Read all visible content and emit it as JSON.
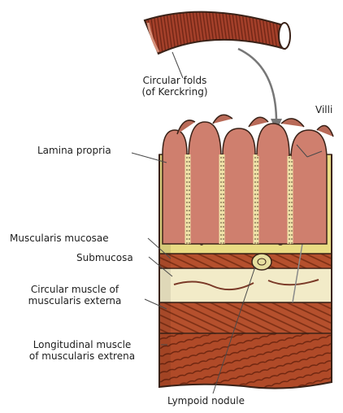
{
  "figure": {
    "labels": {
      "circular_folds": [
        "Circular folds",
        "(of Kerckring)"
      ],
      "villi": "Villi",
      "lamina_propria": "Lamina propria",
      "muscularis_mucosae": "Muscularis mucosae",
      "submucosa": "Submucosa",
      "circular_muscle": [
        "Circular muscle of",
        "muscularis externa"
      ],
      "longitudinal_muscle": [
        "Longitudinal muscle",
        "of muscularis extrena"
      ],
      "lymphoid_nodule": "Lympoid nodule"
    },
    "colors": {
      "villus_fill": "#cf7f6e",
      "villus_dark": "#9c4534",
      "epithelium": "#efe2a8",
      "lamina": "#e9dc84",
      "submucosa": "#f2ebc8",
      "muscle": "#b5502d",
      "muscle_dark": "#7a2e14",
      "outline": "#3a2218"
    }
  }
}
